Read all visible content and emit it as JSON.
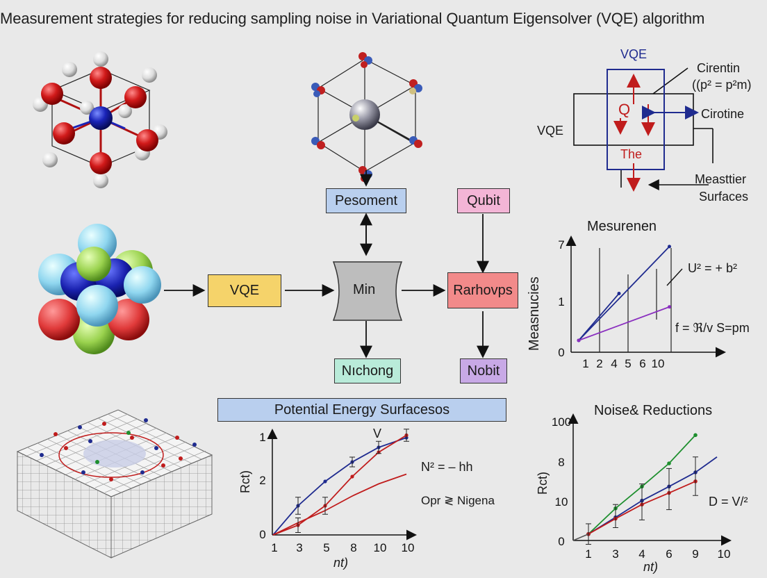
{
  "title": "Measurement strategies for reducing sampling noise in Variational Quantum Eigensolver (VQE) algorithm",
  "flow": {
    "vqe": "VQE",
    "min": "Min",
    "pesoment": "Pesoment",
    "qubit": "Qubit",
    "rarhovps": "Rarhovps",
    "nichong": "Nıchong",
    "nobit": "Nobit",
    "pes": "Potential Energy Surfacesos"
  },
  "circuit": {
    "top_label": "VQE",
    "left_label": "VQE",
    "q": "Q",
    "the": "The",
    "cirentin": "Cirentin",
    "formula": "((p² = p²m)",
    "cirotine": "Cirotine",
    "measttier": "Measttier",
    "surfaces": "Surfaces"
  },
  "colors": {
    "vqe_box": "#f5d36a",
    "min_box": "#bdbdbd",
    "blue_box": "#b9cfee",
    "pink_box": "#f3b5d6",
    "rar_box": "#f28a8a",
    "teal_box": "#b9ebd9",
    "purple_box": "#c8a9e6",
    "navy": "#1f2b8f",
    "red": "#c01c1c",
    "purple": "#8a2fbf",
    "green": "#1e8f2e"
  },
  "chart_data": [
    {
      "type": "line",
      "title": "Mesurenen",
      "ylabel": "Measnucies",
      "xticks": [
        "1",
        "2",
        "4",
        "5",
        "6",
        "10"
      ],
      "yticks": [
        "0",
        "1",
        "7"
      ],
      "annotations": [
        "U² = + b²",
        "f = ℜ/v S=pm"
      ],
      "series": [
        {
          "color": "navy",
          "values": [
            [
              1,
              0
            ],
            [
              5,
              3.5
            ]
          ]
        },
        {
          "color": "navy",
          "values": [
            [
              1,
              0
            ],
            [
              10,
              7
            ]
          ]
        },
        {
          "color": "purple",
          "values": [
            [
              1,
              0
            ],
            [
              10,
              2.5
            ]
          ]
        }
      ]
    },
    {
      "type": "line",
      "title": "",
      "xlabel": "nt)",
      "ylabel": "Rct)",
      "xticks": [
        "1",
        "3",
        "5",
        "8",
        "10",
        "10"
      ],
      "yticks": [
        "0",
        "2",
        "1"
      ],
      "annotations": [
        "V",
        "N² = – hh",
        "Opr ≷ Nigena"
      ],
      "series": [
        {
          "color": "navy",
          "values": [
            0,
            1.2,
            2.2,
            3.0,
            3.6,
            4.0
          ]
        },
        {
          "color": "red",
          "values": [
            0,
            0.4,
            1.2,
            2.4,
            3.4,
            4.1
          ]
        },
        {
          "color": "red",
          "values": [
            0,
            0.5,
            1.0,
            1.6,
            2.1,
            2.5
          ]
        }
      ]
    },
    {
      "type": "line",
      "title": "Noise& Reductions",
      "xlabel": "nt)",
      "ylabel": "Rct)",
      "xticks": [
        "1",
        "3",
        "4",
        "6",
        "9",
        "10"
      ],
      "yticks": [
        "0",
        "10",
        "8",
        "100"
      ],
      "annotations": [
        "D = V/²"
      ],
      "series": [
        {
          "color": "green",
          "values": [
            0.5,
            2.5,
            4.2,
            6.0,
            8.2
          ]
        },
        {
          "color": "navy",
          "values": [
            0.5,
            1.8,
            3.1,
            4.2,
            5.3
          ]
        },
        {
          "color": "red",
          "values": [
            0.5,
            1.7,
            2.8,
            3.7,
            4.6
          ]
        }
      ]
    }
  ]
}
